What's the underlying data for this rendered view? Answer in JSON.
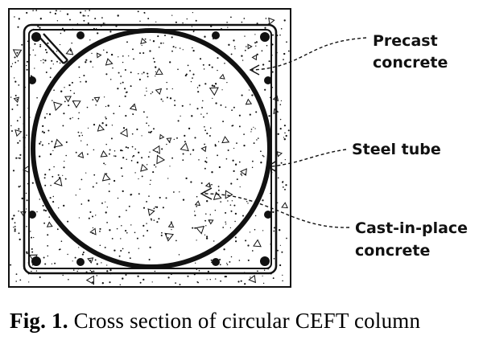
{
  "diagram": {
    "labels": {
      "precast_line1": "Precast",
      "precast_line2": "concrete",
      "steel_tube": "Steel tube",
      "cip_line1": "Cast-in-place",
      "cip_line2": "concrete"
    }
  },
  "caption": {
    "prefix": "Fig. 1.",
    "text": "Cross section of circular CEFT column"
  },
  "colors": {
    "line": "#111111",
    "background": "#ffffff"
  }
}
